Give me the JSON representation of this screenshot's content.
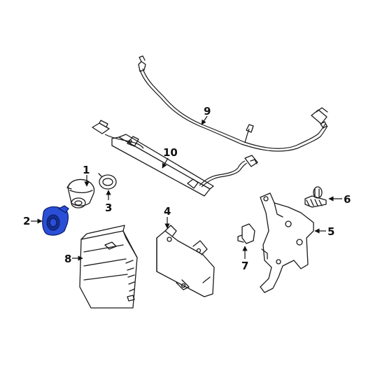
{
  "callouts": {
    "c1": "1",
    "c2": "2",
    "c3": "3",
    "c4": "4",
    "c5": "5",
    "c6": "6",
    "c7": "7",
    "c8": "8",
    "c9": "9",
    "c10": "10"
  },
  "colors": {
    "highlight": "#2a4fd6",
    "line": "#1a1a1a"
  },
  "highlighted_part": "2"
}
